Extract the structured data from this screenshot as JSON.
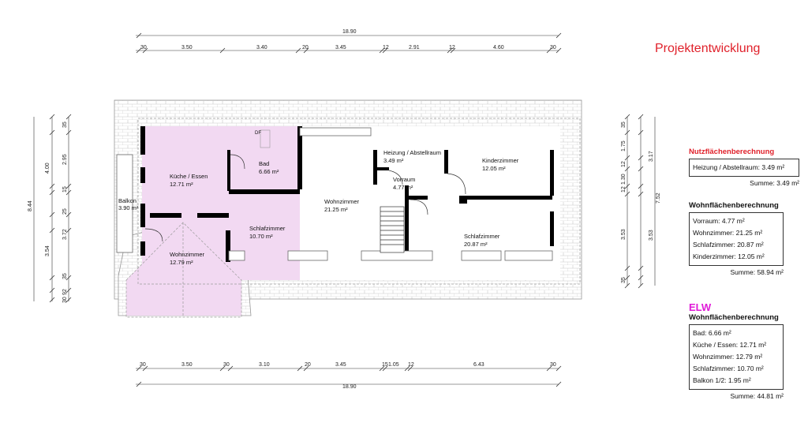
{
  "project_title": "Projektentwicklung",
  "dimensions": {
    "top_total": "18.90",
    "top_segments": [
      "30",
      "3.50",
      "3.40",
      "20",
      "3.45",
      "12",
      "2.91",
      "12",
      "4.60",
      "30"
    ],
    "bottom_total": "18.90",
    "bottom_segments": [
      "30",
      "3.50",
      "30",
      "3.10",
      "20",
      "3.45",
      "15",
      "1.05",
      "12",
      "6.43",
      "30"
    ],
    "left_total": "8.44",
    "left_segments": [
      "35",
      "2.95",
      "15",
      "25",
      "3.72",
      "35",
      "92",
      "30"
    ],
    "left_outer": [
      "4.00",
      "3.54"
    ],
    "right_total": "7.52",
    "right_segments": [
      "35",
      "1.75",
      "12",
      "1.30",
      "12",
      "3.53",
      "35"
    ],
    "right_outer": [
      "3.17",
      "3.53"
    ]
  },
  "rooms": {
    "kueche": {
      "name": "Küche / Essen",
      "area": "12.71 m²"
    },
    "bad": {
      "name": "Bad",
      "area": "6.66 m²"
    },
    "df": "DF",
    "balkon": {
      "name": "Balkon",
      "area": "3.90 m²"
    },
    "schlaf_left": {
      "name": "Schlafzimmer",
      "area": "10.70 m²"
    },
    "wohn_left": {
      "name": "Wohnzimmer",
      "area": "12.79 m²"
    },
    "wohn_center": {
      "name": "Wohnzimmer",
      "area": "21.25 m²"
    },
    "heizung": {
      "name": "Heizung / Abstellraum",
      "area": "3.49 m²"
    },
    "vorraum": {
      "name": "Vorraum",
      "area": "4.77 m²"
    },
    "kinder": {
      "name": "Kinderzimmer",
      "area": "12.05 m²"
    },
    "schlaf_right": {
      "name": "Schlafzimmer",
      "area": "20.87 m²"
    }
  },
  "nutzflaechen": {
    "heading": "Nutzflächenberechnung",
    "rows": [
      "Heizung / Abstellraum: 3.49 m²"
    ],
    "sum": "Summe: 3.49 m²"
  },
  "wohnflaechen": {
    "heading": "Wohnflächenberechnung",
    "rows": [
      "Vorraum: 4.77 m²",
      "Wohnzimmer: 21.25 m²",
      "Schlafzimmer: 20.87 m²",
      "Kinderzimmer: 12.05 m²"
    ],
    "sum": "Summe: 58.94 m²"
  },
  "elw": {
    "label": "ELW",
    "heading": "Wohnflächenberechnung",
    "rows": [
      "Bad: 6.66 m²",
      "Küche / Essen: 12.71 m²",
      "Wohnzimmer: 12.79 m²",
      "Schlafzimmer: 10.70 m²",
      "Balkon  1/2: 1.95 m²"
    ],
    "sum": "Summe: 44.81 m²"
  },
  "colors": {
    "elw_fill": "#f2d9f2",
    "title_red": "#e0202a",
    "elw_magenta": "#e01ad8",
    "wall": "#000000",
    "roof_line": "#bbbbbb"
  }
}
